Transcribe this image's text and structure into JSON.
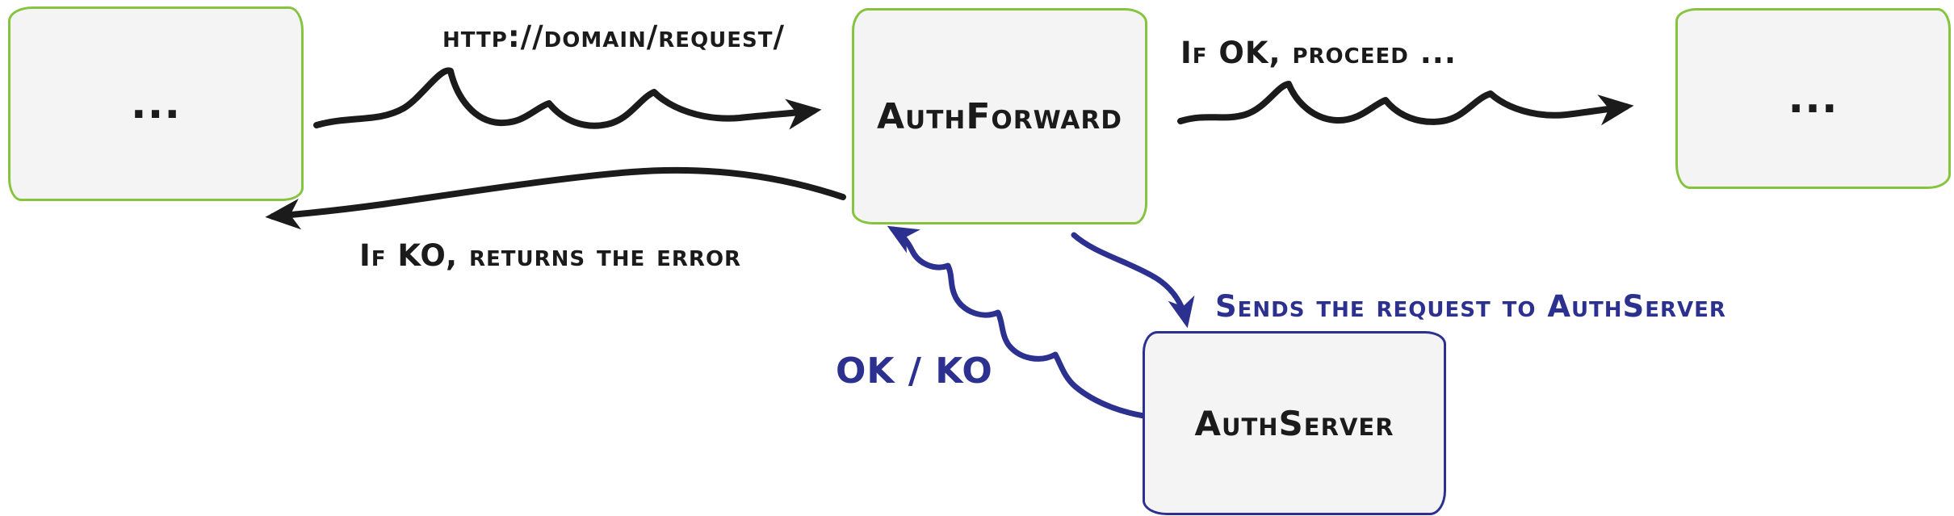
{
  "diagram": {
    "title": "auth-forward-flow",
    "nodes": {
      "client_left": {
        "label": "..."
      },
      "auth_forward": {
        "label": "AuthForward"
      },
      "client_right": {
        "label": "..."
      },
      "auth_server": {
        "label": "AuthServer"
      }
    },
    "edges": {
      "request": {
        "label": "http://domain/request/",
        "from": "client_left",
        "to": "auth_forward",
        "color": "black"
      },
      "ok_proceed": {
        "label": "If OK, proceed ...",
        "from": "auth_forward",
        "to": "client_right",
        "color": "black"
      },
      "ko_error": {
        "label": "If KO, returns the error",
        "from": "auth_forward",
        "to": "client_left",
        "color": "black"
      },
      "send_auth": {
        "label": "Sends the request to AuthServer",
        "from": "auth_forward",
        "to": "auth_server",
        "color": "blue"
      },
      "ok_ko": {
        "label": "OK / KO",
        "from": "auth_server",
        "to": "auth_forward",
        "color": "blue"
      }
    },
    "colors": {
      "green": "#86c440",
      "blue": "#2c3190",
      "black": "#1b1b1b",
      "box_fill": "#f4f4f4"
    }
  }
}
